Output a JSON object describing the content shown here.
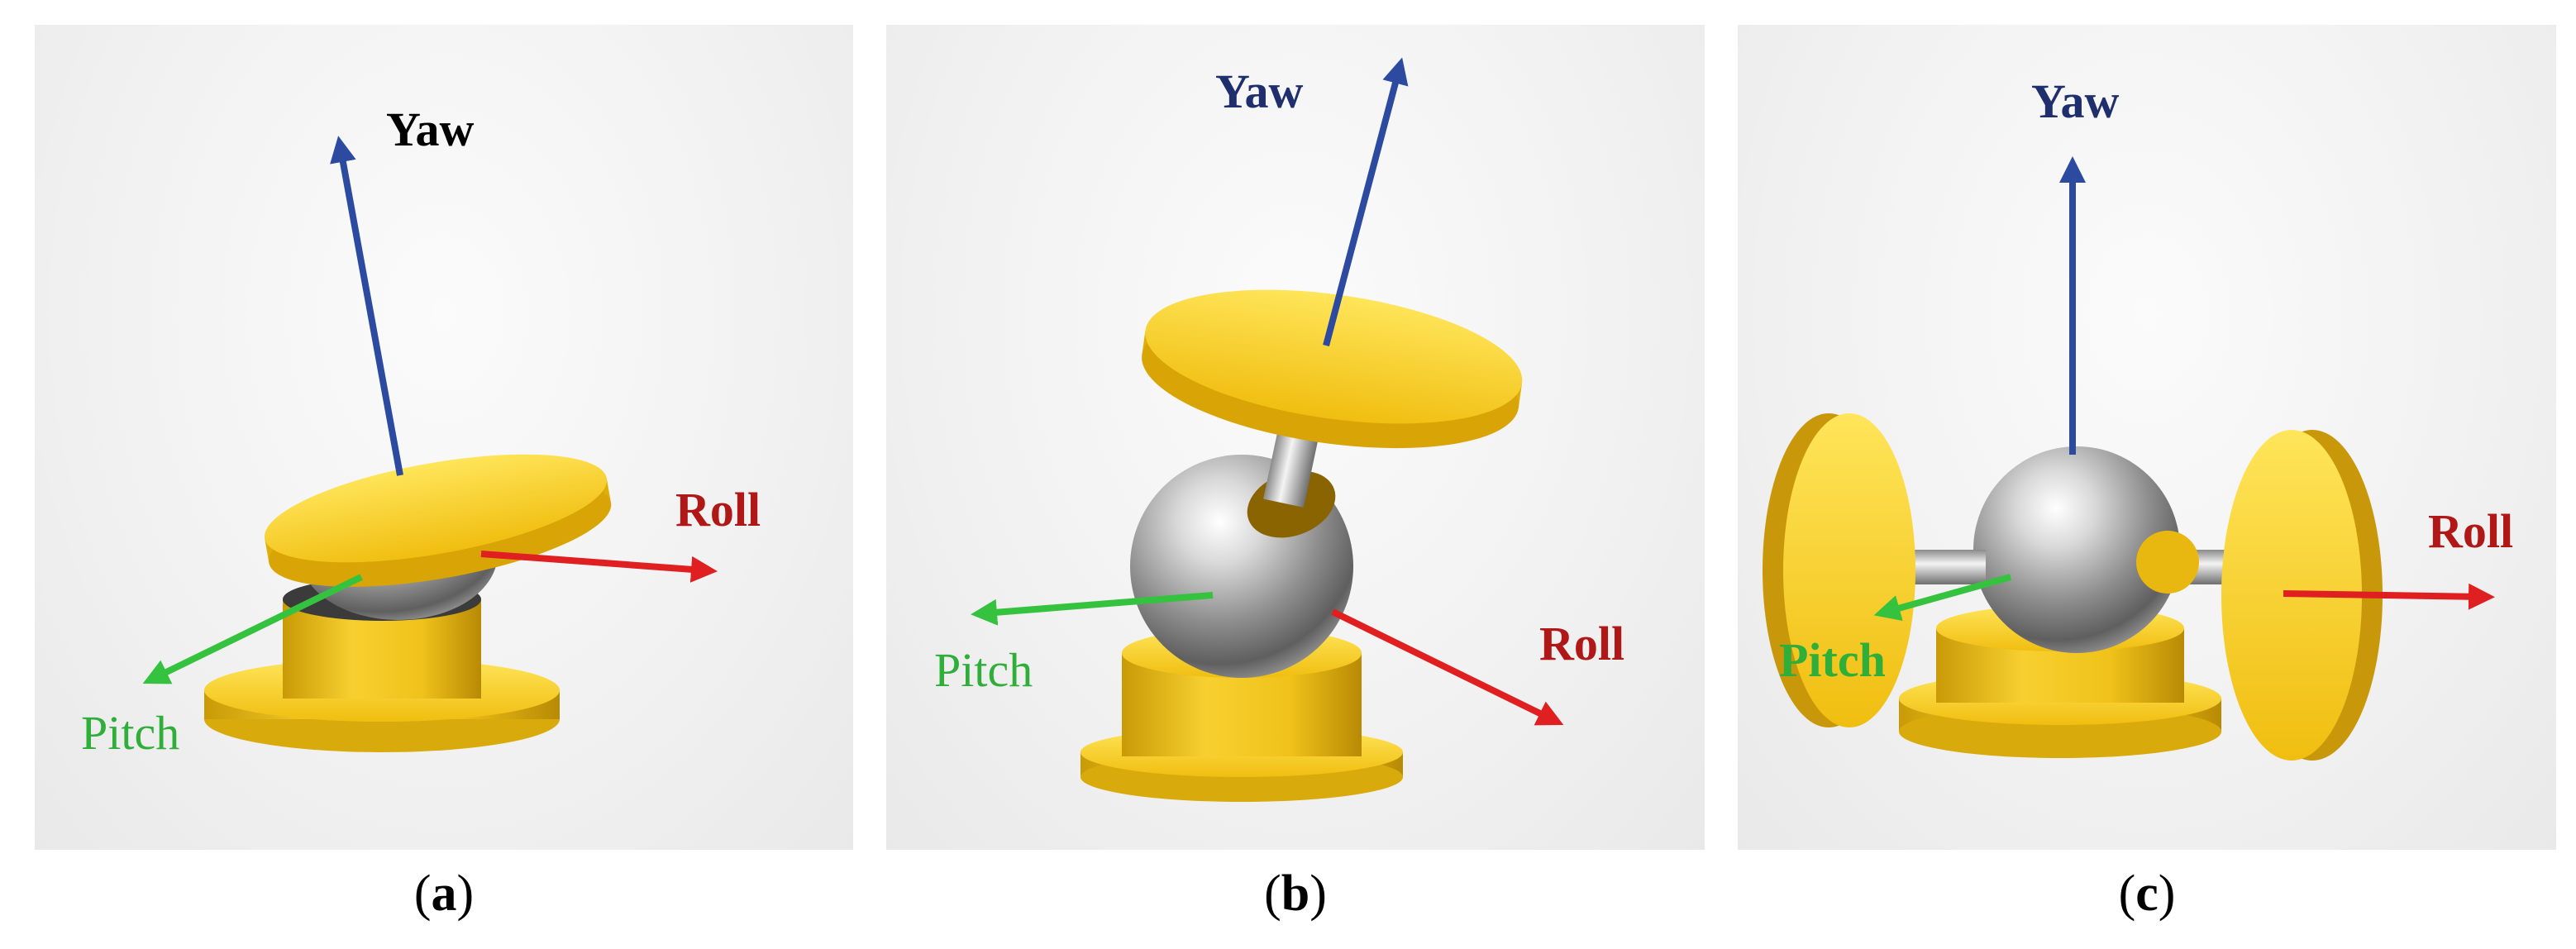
{
  "colors": {
    "yaw_dark": "#000000",
    "yaw_blue": "#1f2f6e",
    "pitch": "#2fae3a",
    "roll": "#b01818",
    "yaw_arrow": "#2c4aa0",
    "pitch_arrow": "#35c23f",
    "roll_arrow": "#e02020",
    "yellow": "#f2c418",
    "sphere": "#b9b9b9"
  },
  "panels": [
    {
      "id": "a",
      "caption_letter": "a",
      "yaw": "Yaw",
      "pitch": "Pitch",
      "roll": "Roll"
    },
    {
      "id": "b",
      "caption_letter": "b",
      "yaw": "Yaw",
      "pitch": "Pitch",
      "roll": "Roll"
    },
    {
      "id": "c",
      "caption_letter": "c",
      "yaw": "Yaw",
      "pitch": "Pitch",
      "roll": "Roll"
    }
  ]
}
